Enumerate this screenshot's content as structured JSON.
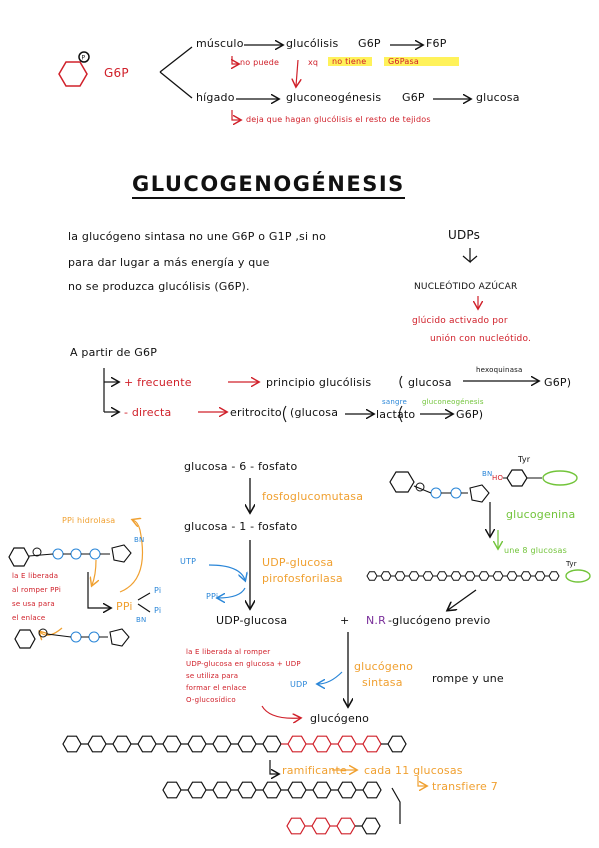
{
  "top": {
    "g6p": "G6P",
    "musculo": "músculo",
    "glucolisis1": "glucólisis",
    "g6p_a": "G6P",
    "f6p": "F6P",
    "no_puede": "no puede",
    "xq": "xq",
    "no_tiene": "no tiene",
    "g6pasa": "G6Pasa",
    "higado": "hígado",
    "gluconeogenesis": "gluconeogénesis",
    "g6p_b": "G6P",
    "glucosa": "glucosa",
    "deja": "deja que hagan glucólisis el resto de tejidos"
  },
  "title": "GLUCOGENOGÉNESIS",
  "intro": {
    "l1": "la glucógeno sintasa no une G6P o G1P ,si no",
    "udps": "UDPs",
    "l2": "para dar lugar a más energía y que",
    "l3": "no se produzca glucólisis (G6P).",
    "nucleotido": "NUCLEÓTIDO AZÚCAR",
    "glucido1": "glúcido activado por",
    "glucido2": "unión con nucleótido."
  },
  "partir": {
    "head": "A partir de G6P",
    "frecuente": "+ frecuente",
    "principio": "principio glucólisis",
    "glucosa1": "glucosa",
    "hexoquinasa": "hexoquinasa",
    "g6p1": "G6P)",
    "directa": "- directa",
    "eritrocito": "eritrocito",
    "glucosa2": "(glucosa",
    "sangre": "sangre",
    "lactato": "lactato",
    "gluconeo": "gluconeogénesis",
    "g6p2": "G6P)"
  },
  "pathway": {
    "g6f": "glucosa - 6 - fosfato",
    "fosfoglucomutasa": "fosfoglucomutasa",
    "g1f": "glucosa - 1 - fosfato",
    "utp": "UTP",
    "udp_gp1": "UDP-glucosa",
    "udp_gp2": "pirofosforilasa",
    "ppi": "PPi",
    "udp_glucosa": "UDP-glucosa",
    "plus": "+",
    "nr": "N.R",
    "glucogeno_previo": "-glucógeno previo",
    "glucogeno_sintasa1": "glucógeno",
    "glucogeno_sintasa2": "sintasa",
    "rompe": "rompe y une",
    "udp": "UDP",
    "glucogeno": "glucógeno",
    "ramificante": "ramificante",
    "cada": "cada 11 glucosas",
    "transfiere": "transfiere 7"
  },
  "left_note": {
    "ppi_hidrolasa": "PPi hidrolasa",
    "bn": "BN",
    "e1": "la E liberada",
    "e2": "al romper PPi",
    "e3": "se usa para",
    "e4": "el enlace",
    "ppi": "PPi",
    "pi1": "Pi",
    "pi2": "Pi",
    "bn2": "BN"
  },
  "right_note": {
    "tyr": "Tyr",
    "ho": "HO",
    "bn": "BN",
    "glucogenina": "glucogenina",
    "une": "une 8 glucosas",
    "tyr2": "Tyr"
  },
  "energy_note": {
    "l1": "la E liberada al romper",
    "l2": "UDP-glucosa en glucosa + UDP",
    "l3": "se utiliza para",
    "l4": "formar el enlace",
    "l5": "O-glucosídico"
  }
}
